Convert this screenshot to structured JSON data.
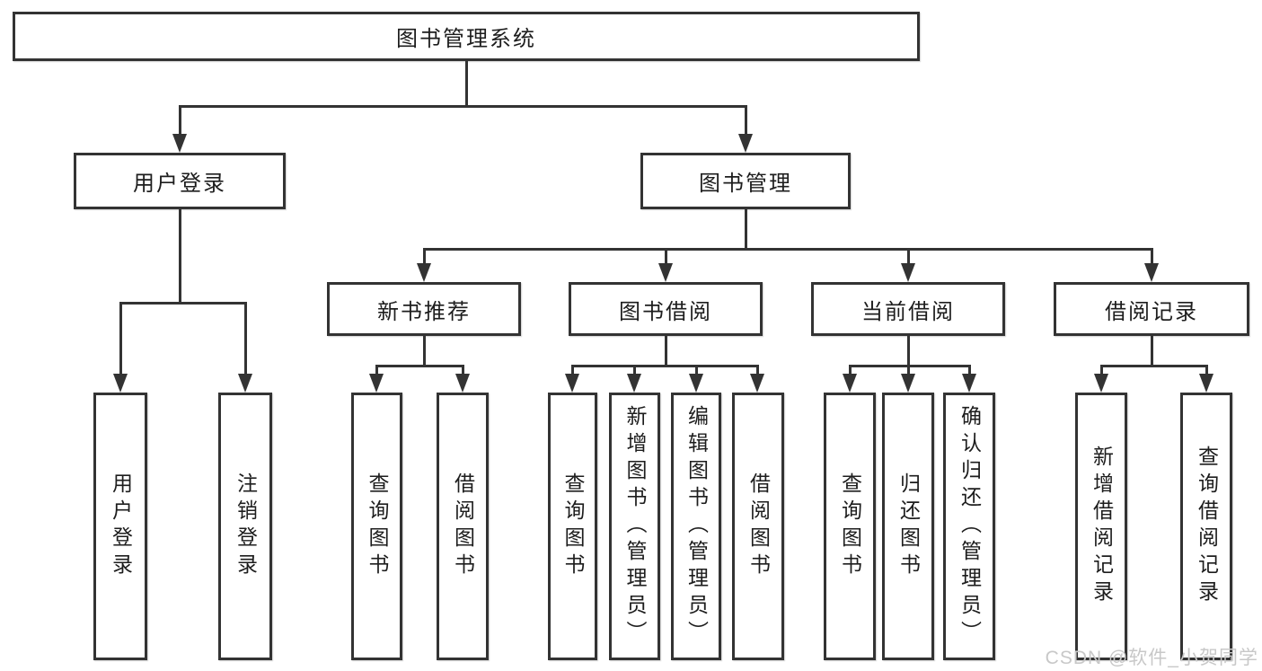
{
  "diagram": {
    "root": {
      "label": "图书管理系统"
    },
    "branches": [
      {
        "label": "用户登录",
        "children": [
          {
            "label": "用户登录"
          },
          {
            "label": "注销登录"
          }
        ]
      },
      {
        "label": "图书管理",
        "children": [
          {
            "label": "新书推荐",
            "children": [
              {
                "label": "查询图书"
              },
              {
                "label": "借阅图书"
              }
            ]
          },
          {
            "label": "图书借阅",
            "children": [
              {
                "label": "查询图书"
              },
              {
                "label": "新增图书（管理员）"
              },
              {
                "label": "编辑图书（管理员）"
              },
              {
                "label": "借阅图书"
              }
            ]
          },
          {
            "label": "当前借阅",
            "children": [
              {
                "label": "查询图书"
              },
              {
                "label": "归还图书"
              },
              {
                "label": "确认归还（管理员）"
              }
            ]
          },
          {
            "label": "借阅记录",
            "children": [
              {
                "label": "新增借阅记录"
              },
              {
                "label": "查询借阅记录"
              }
            ]
          }
        ]
      }
    ]
  },
  "watermark": "CSDN @软件_小贺同学",
  "colors": {
    "line": "#333333",
    "text": "#1d1d1d",
    "watermark": "#c8c8c8",
    "background": "#ffffff"
  }
}
